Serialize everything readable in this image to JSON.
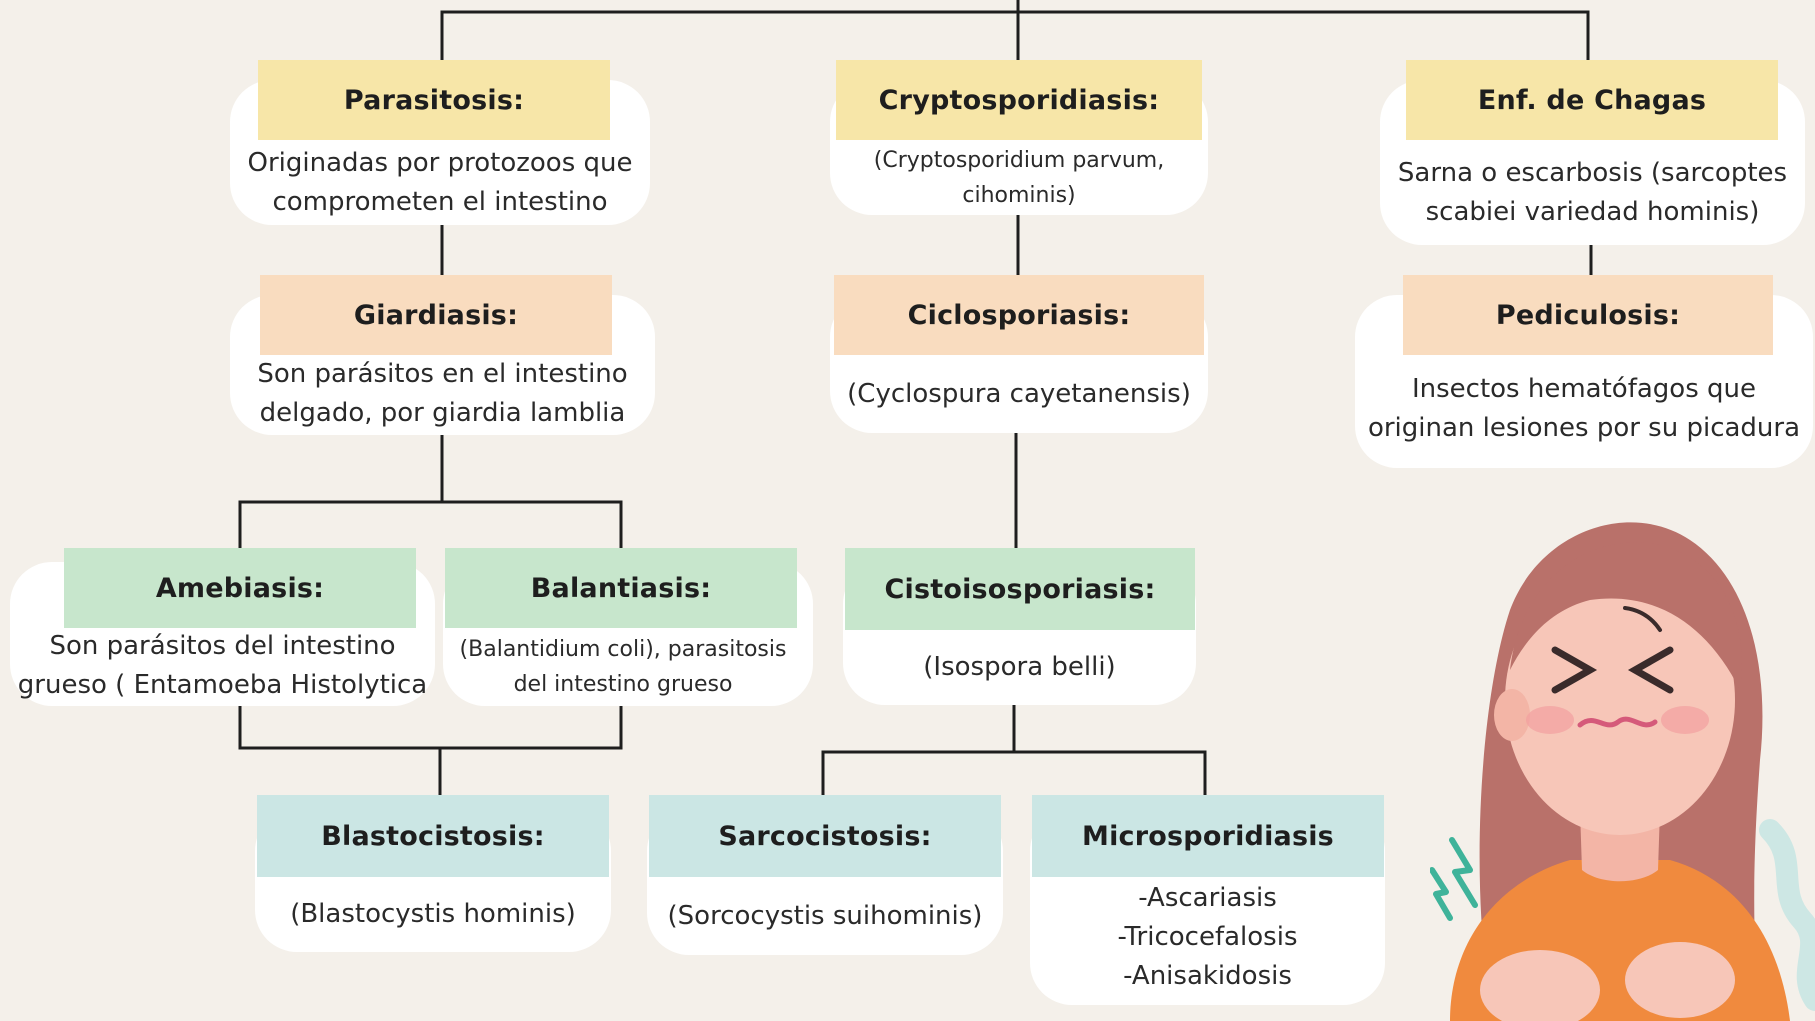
{
  "nodes": {
    "parasitosis": {
      "title": "Parasitosis:",
      "text": "Originadas por protozoos que\ncomprometen el intestino"
    },
    "cryptosporidiasis": {
      "title": "Cryptosporidiasis:",
      "text": "(Cryptosporidium parvum,\ncihominis)"
    },
    "chagas": {
      "title": "Enf. de Chagas",
      "text": "Sarna o escarbosis (sarcoptes\nscabiei variedad hominis)"
    },
    "giardiasis": {
      "title": "Giardiasis:",
      "text": "Son parásitos en el intestino\ndelgado, por giardia lamblia"
    },
    "ciclosporiasis": {
      "title": "Ciclosporiasis:",
      "text": "(Cyclospura cayetanensis)"
    },
    "pediculosis": {
      "title": "Pediculosis:",
      "text": "Insectos hematófagos que\noriginan lesiones por su picadura"
    },
    "amebiasis": {
      "title": "Amebiasis:",
      "text": "Son parásitos del intestino\ngrueso ( Entamoeba Histolytica"
    },
    "balantiasis": {
      "title": "Balantiasis:",
      "text": "(Balantidium coli), parasitosis\ndel intestino grueso"
    },
    "cistoisosporiasis": {
      "title": "Cistoisosporiasis:",
      "text": "(Isospora belli)"
    },
    "blastocistosis": {
      "title": "Blastocistosis:",
      "text": "(Blastocystis hominis)"
    },
    "sarcocistosis": {
      "title": "Sarcocistosis:",
      "text": "(Sorcocystis suihominis)"
    },
    "microsporidiasis": {
      "title": "Microsporidiasis",
      "text": "-Ascariasis\n-Tricocefalosis\n-Anisakidosis"
    }
  },
  "colors": {
    "background": "#f4f0ea",
    "yellow": "#f7e6a8",
    "peach": "#f9dcbf",
    "green": "#c7e6cc",
    "blue": "#cbe6e4",
    "connector": "#1e1e1e"
  },
  "illustration": {
    "icon": "sick-girl-illustration"
  }
}
